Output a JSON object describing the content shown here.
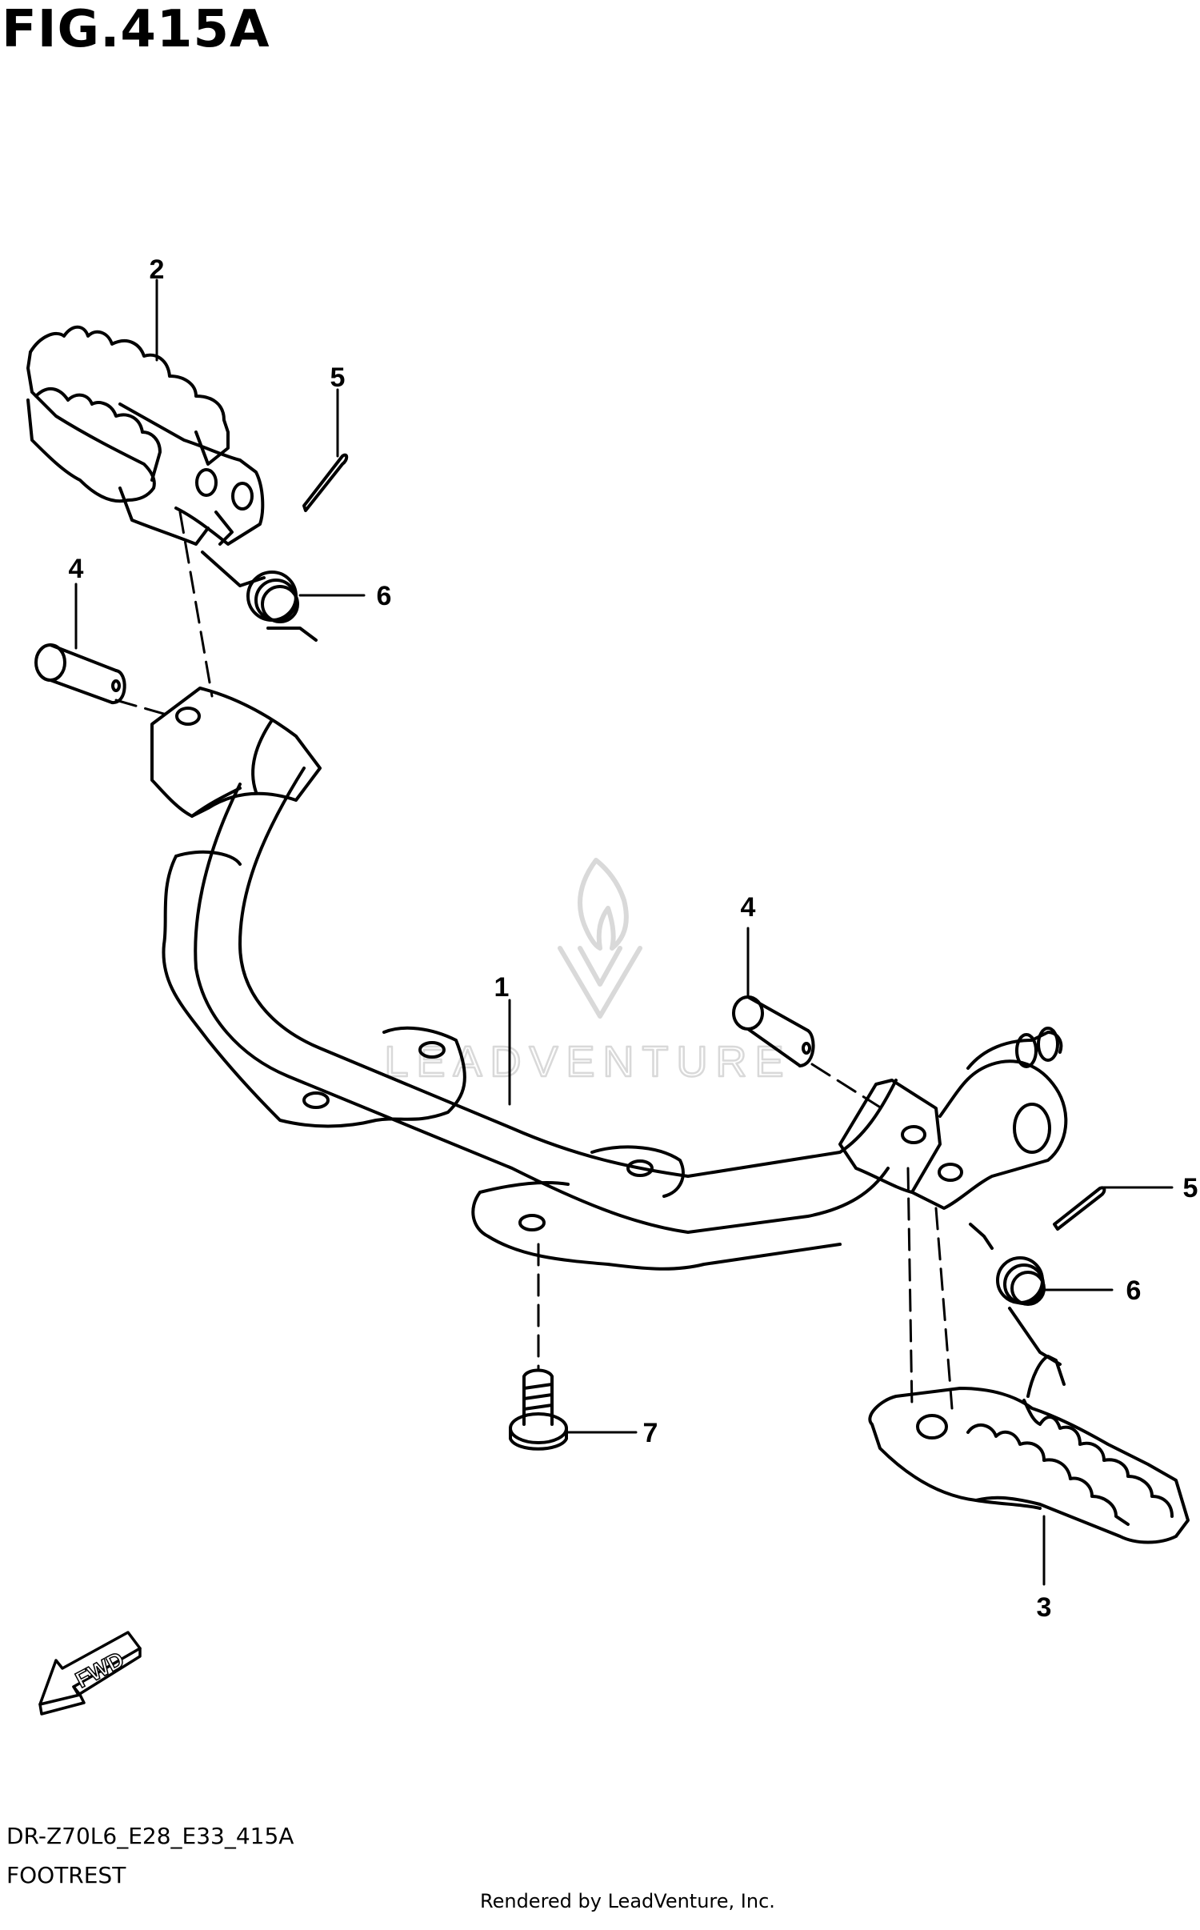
{
  "figure": {
    "title": "FIG.415A",
    "code": "DR-Z70L6_E28_E33_415A",
    "name": "FOOTREST",
    "credit": "Rendered by LeadVenture, Inc.",
    "watermark": "LEADVENTURE"
  },
  "callouts": [
    {
      "id": "c1",
      "label": "1",
      "part": "footrest bracket"
    },
    {
      "id": "c2",
      "label": "2",
      "part": "left footrest"
    },
    {
      "id": "c3",
      "label": "3",
      "part": "right footrest"
    },
    {
      "id": "c4a",
      "label": "4",
      "part": "pin (left)"
    },
    {
      "id": "c4b",
      "label": "4",
      "part": "pin (right)"
    },
    {
      "id": "c5a",
      "label": "5",
      "part": "cotter pin (left)"
    },
    {
      "id": "c5b",
      "label": "5",
      "part": "cotter pin (right)"
    },
    {
      "id": "c6a",
      "label": "6",
      "part": "spring (left)"
    },
    {
      "id": "c6b",
      "label": "6",
      "part": "spring (right)"
    },
    {
      "id": "c7",
      "label": "7",
      "part": "bolt"
    }
  ],
  "fwd_label": "FWD",
  "colors": {
    "line": "#000000",
    "background": "#ffffff",
    "watermark": "#d9d9d9"
  }
}
